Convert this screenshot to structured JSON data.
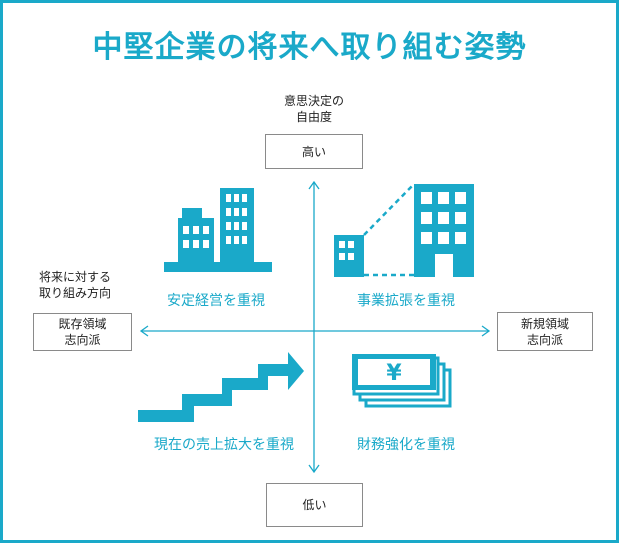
{
  "title": "中堅企業の将来へ取り組む姿勢",
  "colors": {
    "accent": "#1aa9c9",
    "axis": "#1aa9c9",
    "text": "#222222",
    "box_border": "#8a8a8a"
  },
  "vertical_axis": {
    "label": "意思決定の\n自由度",
    "top": "高い",
    "bottom": "低い"
  },
  "horizontal_axis": {
    "label": "将来に対する\n取り組み方向",
    "left": "既存領域\n志向派",
    "right": "新規領域\n志向派"
  },
  "quadrants": {
    "top_left": {
      "label": "安定経営を重視",
      "icon": "buildings-icon"
    },
    "top_right": {
      "label": "事業拡張を重視",
      "icon": "building-expansion-icon"
    },
    "bottom_left": {
      "label": "現在の売上拡大を重視",
      "icon": "stairs-arrow-icon"
    },
    "bottom_right": {
      "label": "財務強化を重視",
      "icon": "yen-banknotes-icon",
      "icon_text": "¥"
    }
  }
}
